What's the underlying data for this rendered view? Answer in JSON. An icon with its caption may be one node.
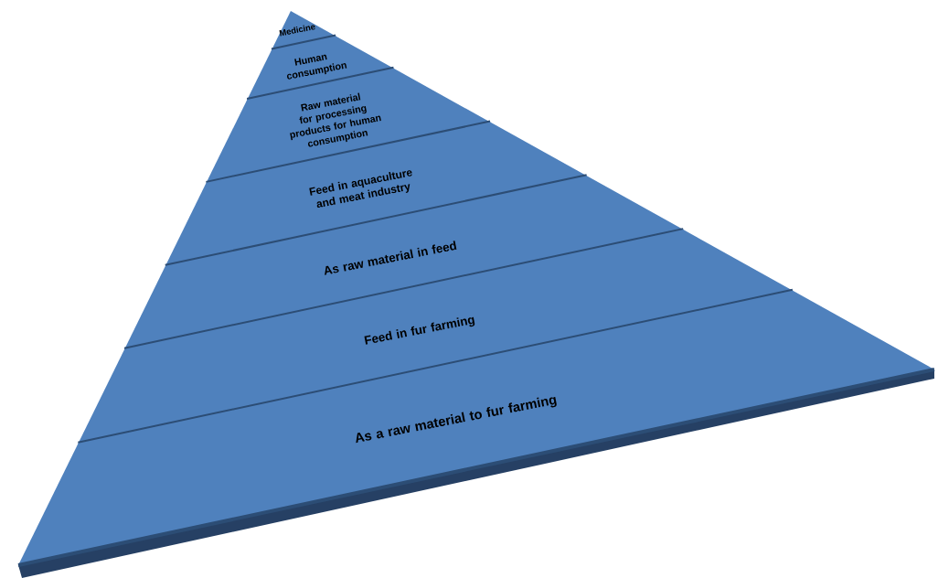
{
  "diagram": {
    "nodes": [
      {
        "text": [
          "Medicine"
        ]
      },
      {
        "text": [
          "Human consumption"
        ]
      },
      {
        "text": [
          "Raw material for processing products for human consumption"
        ]
      },
      {
        "text": [
          "Feed in aquaculture and meat industry"
        ]
      },
      {
        "text": [
          "As raw material in feed"
        ]
      },
      {
        "text": [
          "Feed in fur farming"
        ]
      },
      {
        "text": [
          "As a raw material to fur farming"
        ]
      }
    ]
  }
}
